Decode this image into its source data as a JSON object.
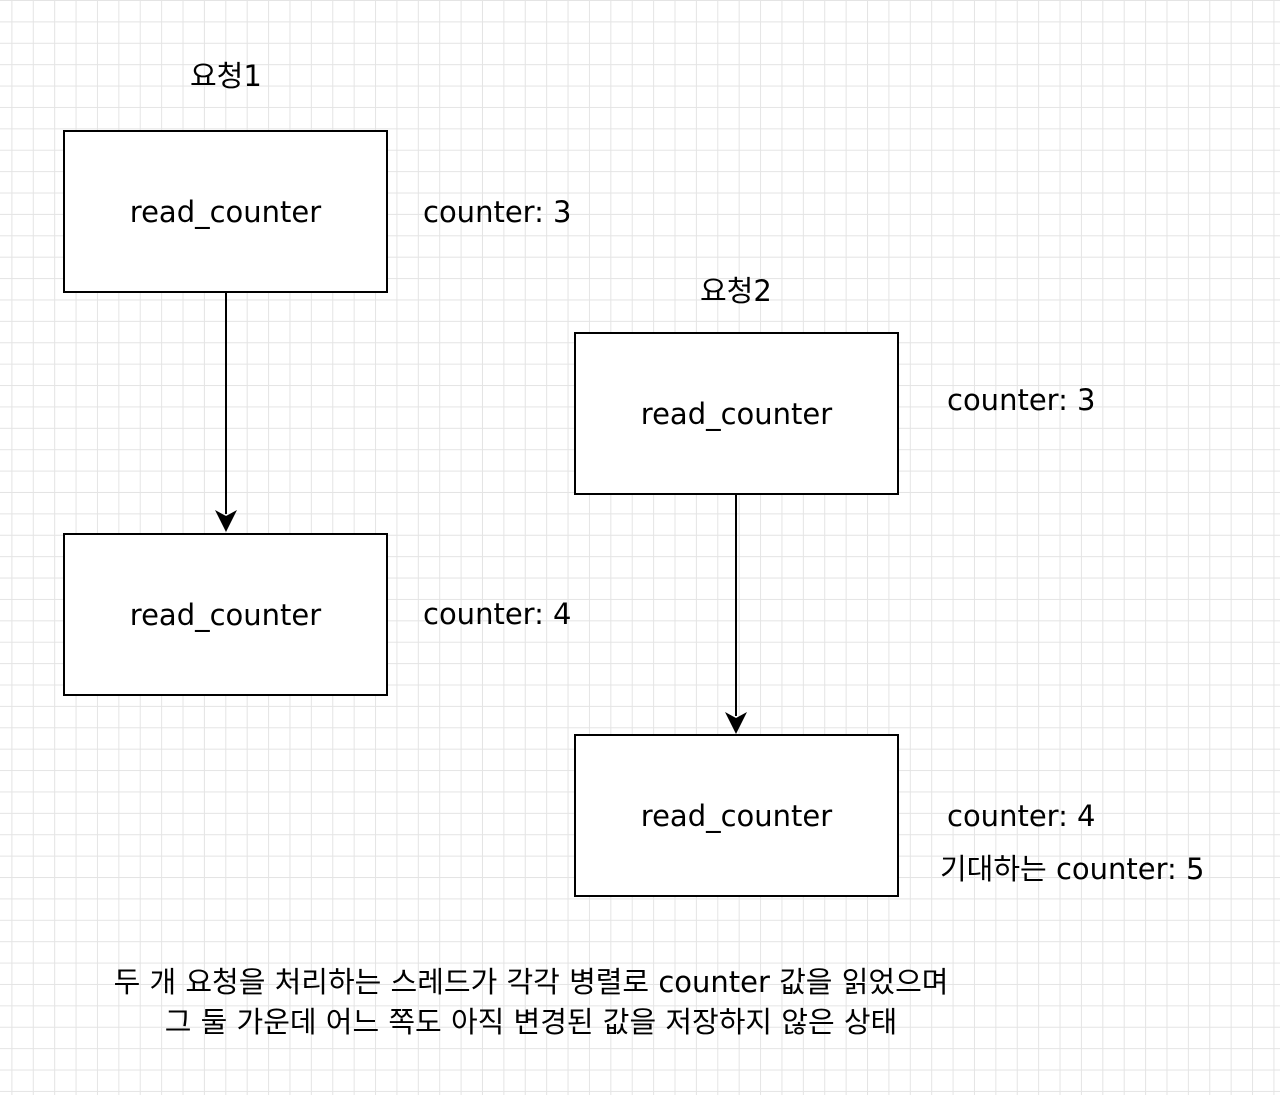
{
  "request1": {
    "title": "요청1",
    "box_top": {
      "label": "read_counter",
      "counter": "counter: 3"
    },
    "box_bottom": {
      "label": "read_counter",
      "counter": "counter: 4"
    }
  },
  "request2": {
    "title": "요청2",
    "box_top": {
      "label": "read_counter",
      "counter": "counter: 3"
    },
    "box_bottom": {
      "label": "read_counter",
      "counter": "counter: 4",
      "expected": "기대하는 counter: 5"
    }
  },
  "caption": {
    "line1": "두 개 요청을 처리하는 스레드가 각각 병렬로 counter 값을 읽었으며",
    "line2": "그 둘 가운데 어느 쪽도 아직 변경된 값을 저장하지 않은 상태"
  }
}
